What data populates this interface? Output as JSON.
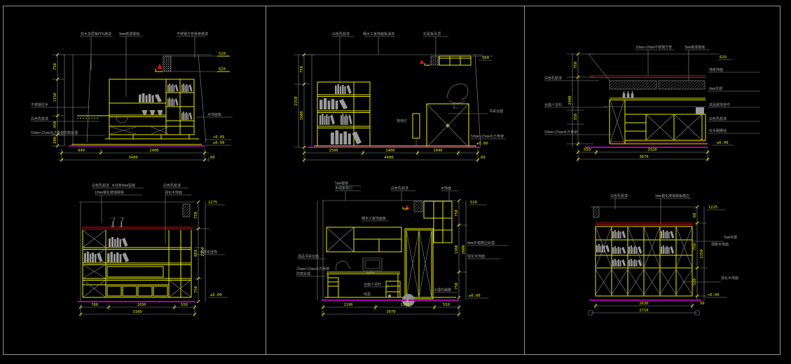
{
  "sheet": {
    "type": "cad-interior-elevation-sheet",
    "columns": 3,
    "rows": 2,
    "colors": {
      "background": "#000000",
      "frame": "#8f9494",
      "furniture_line": "#e8e800",
      "construction_line": "#8f8f8f",
      "accent_red": "#c41414",
      "ground_line": "#aa00aa",
      "object_fill": "#9a9a9a",
      "dimension_text": "#e8e800",
      "note_text": "#9aa0a0"
    }
  },
  "panels": [
    {
      "name": "elevation-top-left",
      "top_labels": [
        "实木多层板PPG烤漆",
        "9mm烤漆玻璃",
        "不锈钢方管骨架烤漆"
      ],
      "left_notes": [
        "不锈钢拉手",
        "白色乳胶漆",
        "50mm×25mm木方骨架防腐处理"
      ],
      "right_notes": [
        "木饰面板"
      ],
      "v_dims": [
        "750",
        "1150",
        "450",
        "200"
      ],
      "h_dims": [
        "940",
        "2400"
      ],
      "h_total": "3400",
      "h_extra": "60",
      "levels": [
        "520",
        "620",
        "+0.05",
        "±0.00"
      ]
    },
    {
      "name": "elevation-top-middle",
      "top_labels": [
        "白色乳胶漆",
        "细木工板饰面板油漆",
        "石膏板吊顶"
      ],
      "notes": [
        "落地灯",
        "书桌台面",
        "50mm×25mm木方骨架"
      ],
      "v_dims": [
        "750",
        "1600"
      ],
      "v_total": "2350",
      "h_dims": [
        "1500",
        "1400",
        "1040"
      ],
      "h_total": "4400",
      "h_extra": "60",
      "levels": [
        "564",
        "±0.00"
      ]
    },
    {
      "name": "elevation-top-right",
      "top_labels": [
        "20mm×20mm不锈钢方管",
        "5mm烤漆玻璃"
      ],
      "left_notes": [
        "白色乳胶漆",
        "台面人造石",
        "50mm×25mm木方骨架"
      ],
      "right_notes": [
        "墙纸饰面",
        "8mm灰镜",
        "成品装饰挂件",
        "白色乳胶漆",
        "实木踢脚线"
      ],
      "v_dims": [
        "750",
        "350"
      ],
      "v_total": "2400",
      "h_dims": [
        "550",
        "3320"
      ],
      "h_total": "3870",
      "levels": [
        "620",
        "±0.00"
      ]
    },
    {
      "name": "elevation-bottom-left",
      "top_labels": [
        "白色乳胶漆 木线条8mm留缝",
        "10mm钢化玻璃搁板",
        "白色乳胶漆",
        "强化木饰面"
      ],
      "right_notes": [
        "木拼花挂饰"
      ],
      "v_dims": [
        "750",
        "850",
        "750"
      ],
      "v_total": "2350",
      "h_dims": [
        "780",
        "1830",
        "550"
      ],
      "h_total": "3160",
      "levels": [
        "1275",
        "±0.00"
      ]
    },
    {
      "name": "elevation-bottom-middle",
      "top_labels": [
        "5mm银镜",
        "木线条收口",
        "白色乳胶漆",
        "木饰面"
      ],
      "left_notes": [
        "成品书桌台面",
        "25mm×25mm木方骨架",
        "防腐处理"
      ],
      "inner_notes": [
        "细木工板饰面板",
        "台面人造石",
        "线盒",
        "大理石踢脚"
      ],
      "right_notes": [
        "8mm灰镜磨边处理",
        "强化木饰面"
      ],
      "v_dims": [
        "750",
        "1380",
        "750"
      ],
      "v_total": "2880",
      "h_dims": [
        "1190",
        "1330",
        "550"
      ],
      "h_total": "3070",
      "levels": [
        "520",
        "±0.00"
      ],
      "detail_mark": "F"
    },
    {
      "name": "elevation-bottom-right",
      "top_labels": [
        "白色乳胶漆",
        "9mm钢化玻璃搁板磨边"
      ],
      "right_notes": [
        "5mm灰镜",
        "胡桃木饰面",
        "强化木饰面"
      ],
      "v_dims": [
        "60",
        "750",
        "520"
      ],
      "v_total": "2350",
      "h_dims": [
        "2630"
      ],
      "h_total": "2710",
      "h_extra": "50",
      "levels": [
        "1225",
        "+0.00"
      ]
    }
  ]
}
